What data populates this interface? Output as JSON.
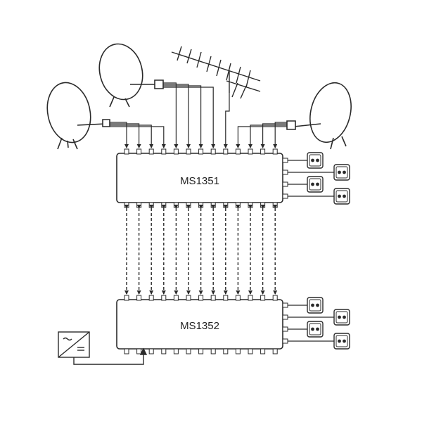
{
  "units": [
    {
      "id": "top",
      "label": "MS1351"
    },
    {
      "id": "bottom",
      "label": "MS1352"
    }
  ],
  "colors": {
    "stroke": "#2a2a2a",
    "fill": "#ffffff",
    "dish_inner": "#ffffff"
  },
  "counts": {
    "trunk_lines": 13,
    "outputs_per_unit": 4
  },
  "icons": [
    "satellite-dish-icon",
    "terrestrial-antenna-icon",
    "power-supply-icon",
    "wall-socket-icon"
  ]
}
